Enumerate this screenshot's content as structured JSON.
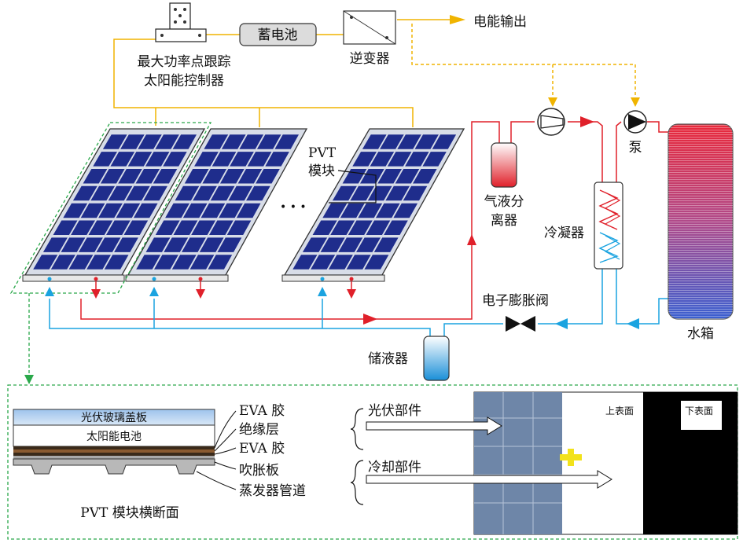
{
  "labels": {
    "mppt_line1": "最大功率点跟踪",
    "mppt_line2": "太阳能控制器",
    "battery": "蓄电池",
    "inverter": "逆变器",
    "power_output": "电能输出",
    "pvt_line1": "PVT",
    "pvt_line2": "模块",
    "ellipsis": "• • •",
    "separator_line1": "气液分",
    "separator_line2": "离器",
    "condenser": "冷凝器",
    "pump": "泵",
    "expansion_valve": "电子膨胀阀",
    "water_tank": "水箱",
    "receiver": "储液器"
  },
  "cross_section": {
    "caption": "PVT 模块横断面",
    "glass_cover": "光伏玻璃盖板",
    "solar_cell": "太阳能电池",
    "layers": [
      "EVA 胶",
      "绝缘层",
      "EVA 胶",
      "吹胀板",
      "蒸发器管道"
    ],
    "pv_part": "光伏部件",
    "cooling_part": "冷却部件",
    "top_surface": "上表面",
    "bottom_surface": "下表面"
  },
  "colors": {
    "electric_wire": "#f0b400",
    "hot_refrigerant": "#e0202a",
    "cold_refrigerant": "#1aa3e0",
    "panel_cell": "#1f2d8c",
    "detail_border": "#2aa84a"
  }
}
